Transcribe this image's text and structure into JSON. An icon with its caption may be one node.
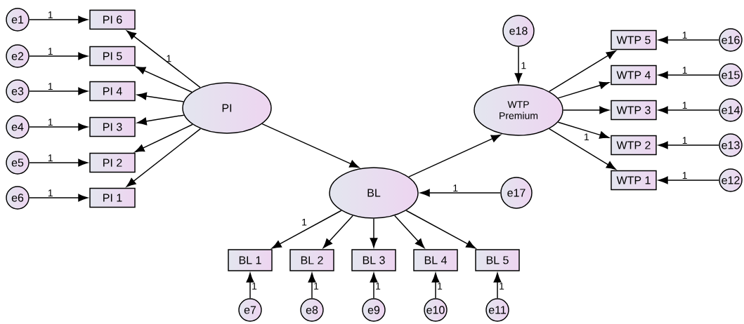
{
  "diagram": {
    "nodes": [
      {
        "text": [
          "e1"
        ]
      },
      {
        "text": [
          "PI 6"
        ]
      },
      {
        "text": [
          "e2"
        ]
      },
      {
        "text": [
          "PI 5"
        ]
      },
      {
        "text": [
          "e3"
        ]
      },
      {
        "text": [
          "PI 4"
        ]
      },
      {
        "text": [
          "e4"
        ]
      },
      {
        "text": [
          "PI 3"
        ]
      },
      {
        "text": [
          "e5"
        ]
      },
      {
        "text": [
          "PI 2"
        ]
      },
      {
        "text": [
          "e6"
        ]
      },
      {
        "text": [
          "PI 1"
        ]
      },
      {
        "text": [
          "PI"
        ]
      },
      {
        "text": [
          "e18"
        ]
      },
      {
        "text": [
          "WTP Premium"
        ]
      },
      {
        "text": [
          "WTP 5"
        ]
      },
      {
        "text": [
          "e16"
        ]
      },
      {
        "text": [
          "WTP 4"
        ]
      },
      {
        "text": [
          "e15"
        ]
      },
      {
        "text": [
          "WTP 3"
        ]
      },
      {
        "text": [
          "e14"
        ]
      },
      {
        "text": [
          "WTP 2"
        ]
      },
      {
        "text": [
          "e13"
        ]
      },
      {
        "text": [
          "WTP 1"
        ]
      },
      {
        "text": [
          "e12"
        ]
      },
      {
        "text": [
          "BL"
        ]
      },
      {
        "text": [
          "e17"
        ]
      },
      {
        "text": [
          "BL 1"
        ]
      },
      {
        "text": [
          "BL 2"
        ]
      },
      {
        "text": [
          "BL 3"
        ]
      },
      {
        "text": [
          "BL 4"
        ]
      },
      {
        "text": [
          "BL 5"
        ]
      },
      {
        "text": [
          "e7"
        ]
      },
      {
        "text": [
          "e8"
        ]
      },
      {
        "text": [
          "e9"
        ]
      },
      {
        "text": [
          "e10"
        ]
      },
      {
        "text": [
          "e11"
        ]
      }
    ],
    "edges": [
      {
        "from": 0,
        "to": 1,
        "arrow": "to",
        "label": "1"
      },
      {
        "from": 2,
        "to": 3,
        "arrow": "to",
        "label": "1"
      },
      {
        "from": 4,
        "to": 5,
        "arrow": "to",
        "label": "1"
      },
      {
        "from": 6,
        "to": 7,
        "arrow": "to",
        "label": "1"
      },
      {
        "from": 8,
        "to": 9,
        "arrow": "to",
        "label": "1"
      },
      {
        "from": 10,
        "to": 11,
        "arrow": "to",
        "label": "1"
      },
      {
        "from": 12,
        "to": 1,
        "arrow": "to",
        "label": "1"
      },
      {
        "from": 12,
        "to": 3,
        "arrow": "to"
      },
      {
        "from": 12,
        "to": 5,
        "arrow": "to"
      },
      {
        "from": 12,
        "to": 7,
        "arrow": "to"
      },
      {
        "from": 12,
        "to": 9,
        "arrow": "to"
      },
      {
        "from": 12,
        "to": 11,
        "arrow": "to"
      },
      {
        "from": 12,
        "to": 25,
        "arrow": "to"
      },
      {
        "from": 25,
        "to": 14,
        "arrow": "to"
      },
      {
        "from": 13,
        "to": 14,
        "arrow": "to",
        "label": "1"
      },
      {
        "from": 14,
        "to": 15,
        "arrow": "to"
      },
      {
        "from": 14,
        "to": 17,
        "arrow": "to"
      },
      {
        "from": 14,
        "to": 19,
        "arrow": "to"
      },
      {
        "from": 14,
        "to": 21,
        "arrow": "to",
        "label": "1"
      },
      {
        "from": 14,
        "to": 23,
        "arrow": "to"
      },
      {
        "from": 16,
        "to": 15,
        "arrow": "to",
        "label": "1"
      },
      {
        "from": 18,
        "to": 17,
        "arrow": "to",
        "label": "1"
      },
      {
        "from": 20,
        "to": 19,
        "arrow": "to",
        "label": "1"
      },
      {
        "from": 22,
        "to": 21,
        "arrow": "to",
        "label": "1"
      },
      {
        "from": 24,
        "to": 23,
        "arrow": "to",
        "label": "1"
      },
      {
        "from": 26,
        "to": 25,
        "arrow": "to",
        "label": "1"
      },
      {
        "from": 25,
        "to": 27,
        "arrow": "to",
        "label": "1"
      },
      {
        "from": 25,
        "to": 28,
        "arrow": "to"
      },
      {
        "from": 25,
        "to": 29,
        "arrow": "to"
      },
      {
        "from": 25,
        "to": 30,
        "arrow": "to"
      },
      {
        "from": 25,
        "to": 31,
        "arrow": "to"
      },
      {
        "from": 32,
        "to": 27,
        "arrow": "to",
        "label": "1"
      },
      {
        "from": 33,
        "to": 28,
        "arrow": "to",
        "label": "1"
      },
      {
        "from": 34,
        "to": 29,
        "arrow": "to",
        "label": "1"
      },
      {
        "from": 35,
        "to": 30,
        "arrow": "to",
        "label": "1"
      },
      {
        "from": 36,
        "to": 31,
        "arrow": "to",
        "label": "1"
      }
    ]
  }
}
